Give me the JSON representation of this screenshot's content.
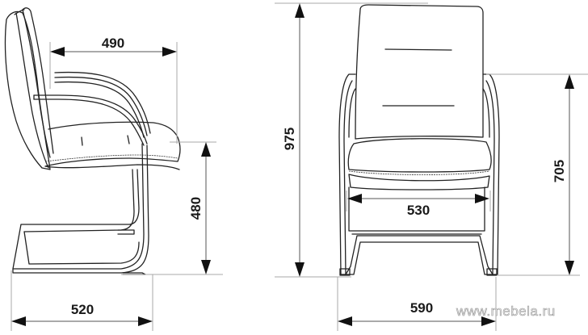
{
  "diagram": {
    "subject": "cantilever visitor chair with armrests",
    "units": "mm",
    "side_view": {
      "dimensions": {
        "seat_depth": "490",
        "seat_height": "480",
        "overall_depth": "520"
      }
    },
    "front_view": {
      "dimensions": {
        "overall_height": "975",
        "armrest_height": "705",
        "seat_width": "530",
        "overall_width": "590"
      }
    },
    "watermark": "www.mebela.ru",
    "colors": {
      "line": "#222222",
      "guide": "#a8a8a8",
      "background": "#ffffff"
    }
  }
}
